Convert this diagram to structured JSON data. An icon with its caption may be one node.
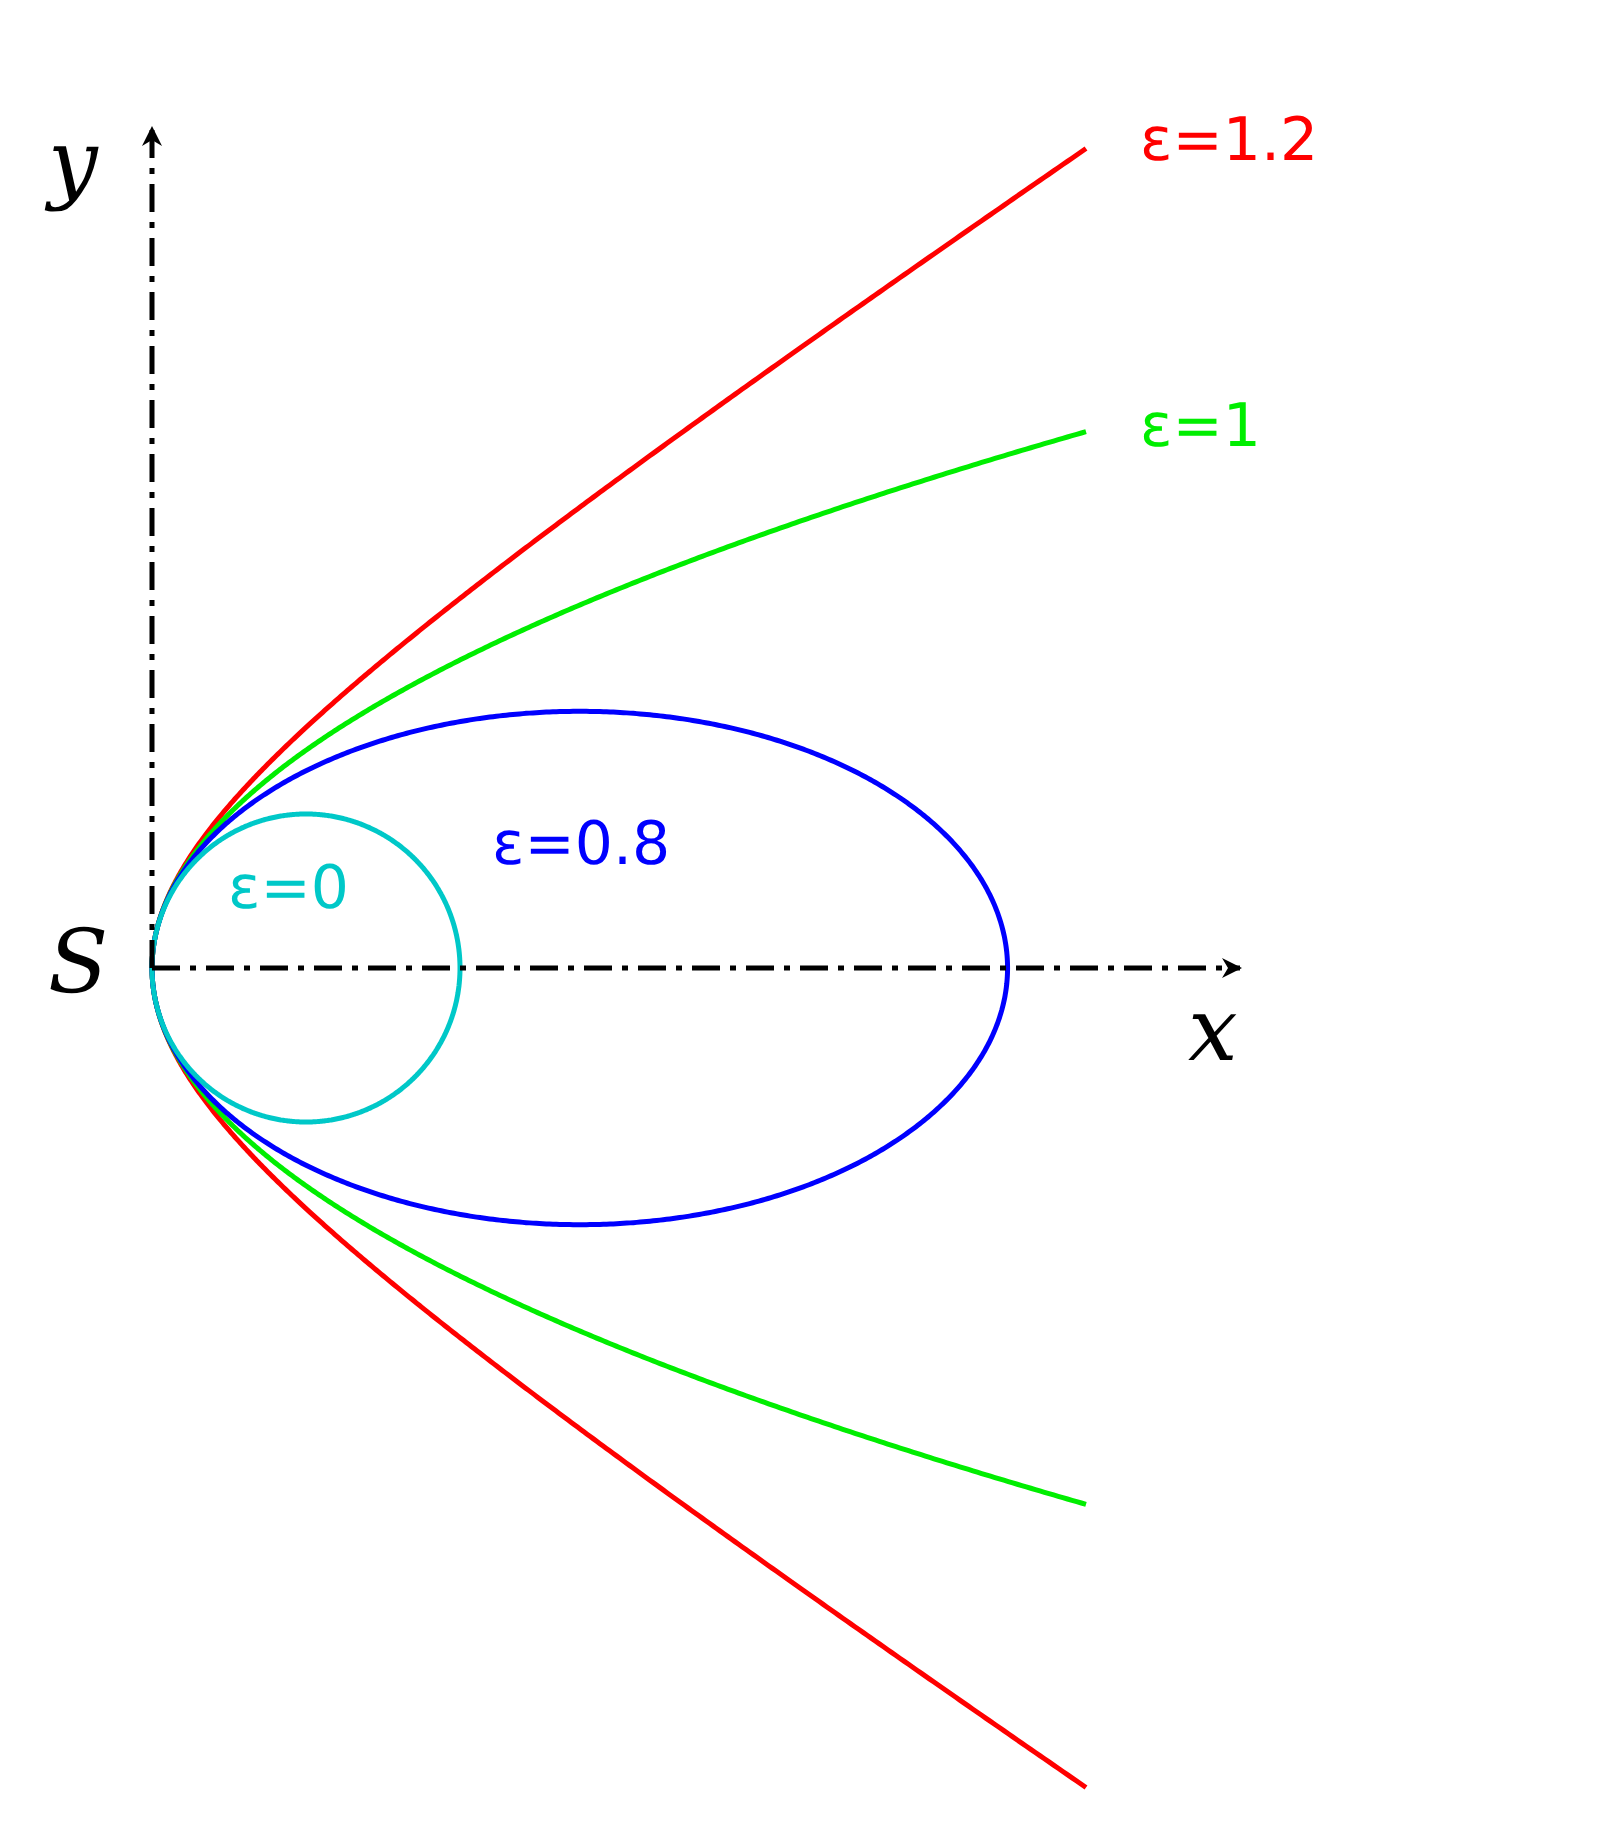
{
  "diagram": {
    "labels": [
      "y",
      "ε=1.2",
      "ε=1",
      "ε=0.8",
      "ε=0",
      "S",
      "x"
    ]
  }
}
